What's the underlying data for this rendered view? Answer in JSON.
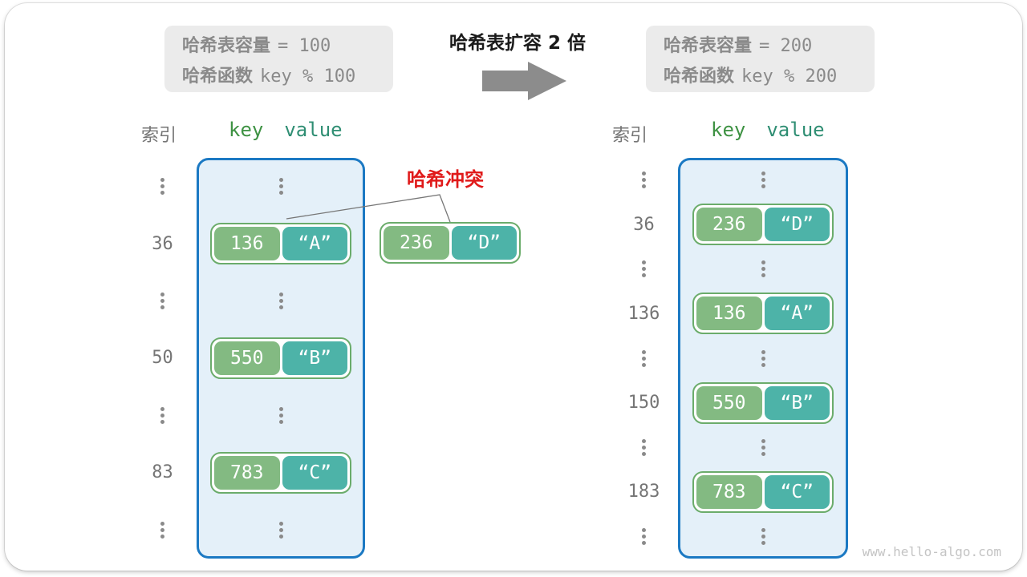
{
  "info_before": {
    "cap_label": "哈希表容量",
    "cap_value": "= 100",
    "fn_label": "哈希函数",
    "fn_value": "key % 100"
  },
  "info_after": {
    "cap_label": "哈希表容量",
    "cap_value": "= 200",
    "fn_label": "哈希函数",
    "fn_value": "key % 200"
  },
  "expand_label": "哈希表扩容 2 倍",
  "headers": {
    "index": "索引",
    "key": "key",
    "value": "value"
  },
  "collision": {
    "label": "哈希冲突",
    "key": "236",
    "value": "“D”"
  },
  "table_before": {
    "rows": [
      {
        "type": "dots"
      },
      {
        "type": "pair",
        "index": "36",
        "key": "136",
        "value": "“A”"
      },
      {
        "type": "dots"
      },
      {
        "type": "pair",
        "index": "50",
        "key": "550",
        "value": "“B”"
      },
      {
        "type": "dots"
      },
      {
        "type": "pair",
        "index": "83",
        "key": "783",
        "value": "“C”"
      },
      {
        "type": "dots"
      }
    ]
  },
  "table_after": {
    "rows": [
      {
        "type": "dots"
      },
      {
        "type": "pair",
        "index": "36",
        "key": "236",
        "value": "“D”"
      },
      {
        "type": "dots"
      },
      {
        "type": "pair",
        "index": "136",
        "key": "136",
        "value": "“A”"
      },
      {
        "type": "dots"
      },
      {
        "type": "pair",
        "index": "150",
        "key": "550",
        "value": "“B”"
      },
      {
        "type": "dots"
      },
      {
        "type": "pair",
        "index": "183",
        "key": "783",
        "value": "“C”"
      },
      {
        "type": "dots"
      }
    ]
  },
  "watermark": "www.hello-algo.com",
  "colors": {
    "container_bg": "#e4f0f9",
    "container_border": "#1b79c3",
    "pair_border": "#6bac6b",
    "key_bg": "#83ba82",
    "value_bg": "#4db3a8",
    "key_header": "#3e9243",
    "value_header": "#2f8e73",
    "gray_box": "#ebebeb",
    "gray_text": "#8a8a8a",
    "index_text": "#757575",
    "arrow": "#8c8c8c",
    "collision_red": "#e01a1a",
    "line": "#777777",
    "watermark": "#c4c4c4"
  }
}
